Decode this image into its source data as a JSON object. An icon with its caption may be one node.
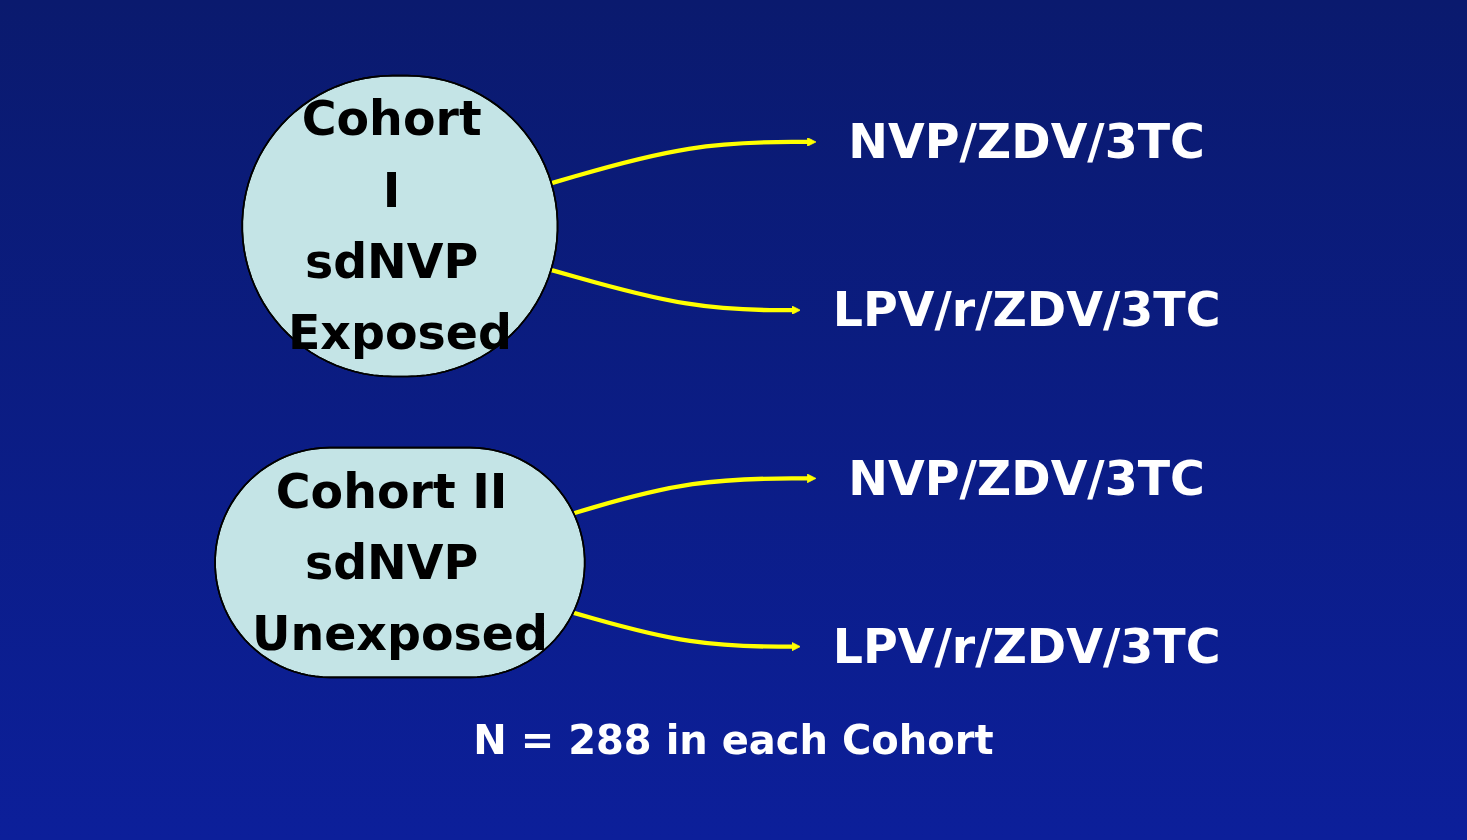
{
  "diagram": {
    "nodes": [
      {
        "text": [
          "Cohort I sdNVP Exposed"
        ]
      },
      {
        "text": [
          "NVP/ZDV/3TC"
        ]
      },
      {
        "text": [
          "LPV/r/ZDV/3TC"
        ]
      },
      {
        "text": [
          "Cohort II sdNVP Unexposed"
        ]
      },
      {
        "text": [
          "NVP/ZDV/3TC"
        ]
      },
      {
        "text": [
          "LPV/r/ZDV/3TC"
        ]
      }
    ],
    "edges": [
      {
        "from": 0,
        "to": 1,
        "arrow": "to"
      },
      {
        "from": 0,
        "to": 2,
        "arrow": "to"
      },
      {
        "from": 3,
        "to": 4,
        "arrow": "to"
      },
      {
        "from": 3,
        "to": 5,
        "arrow": "to"
      }
    ],
    "labels": [
      "N = 288 in each Cohort"
    ]
  }
}
